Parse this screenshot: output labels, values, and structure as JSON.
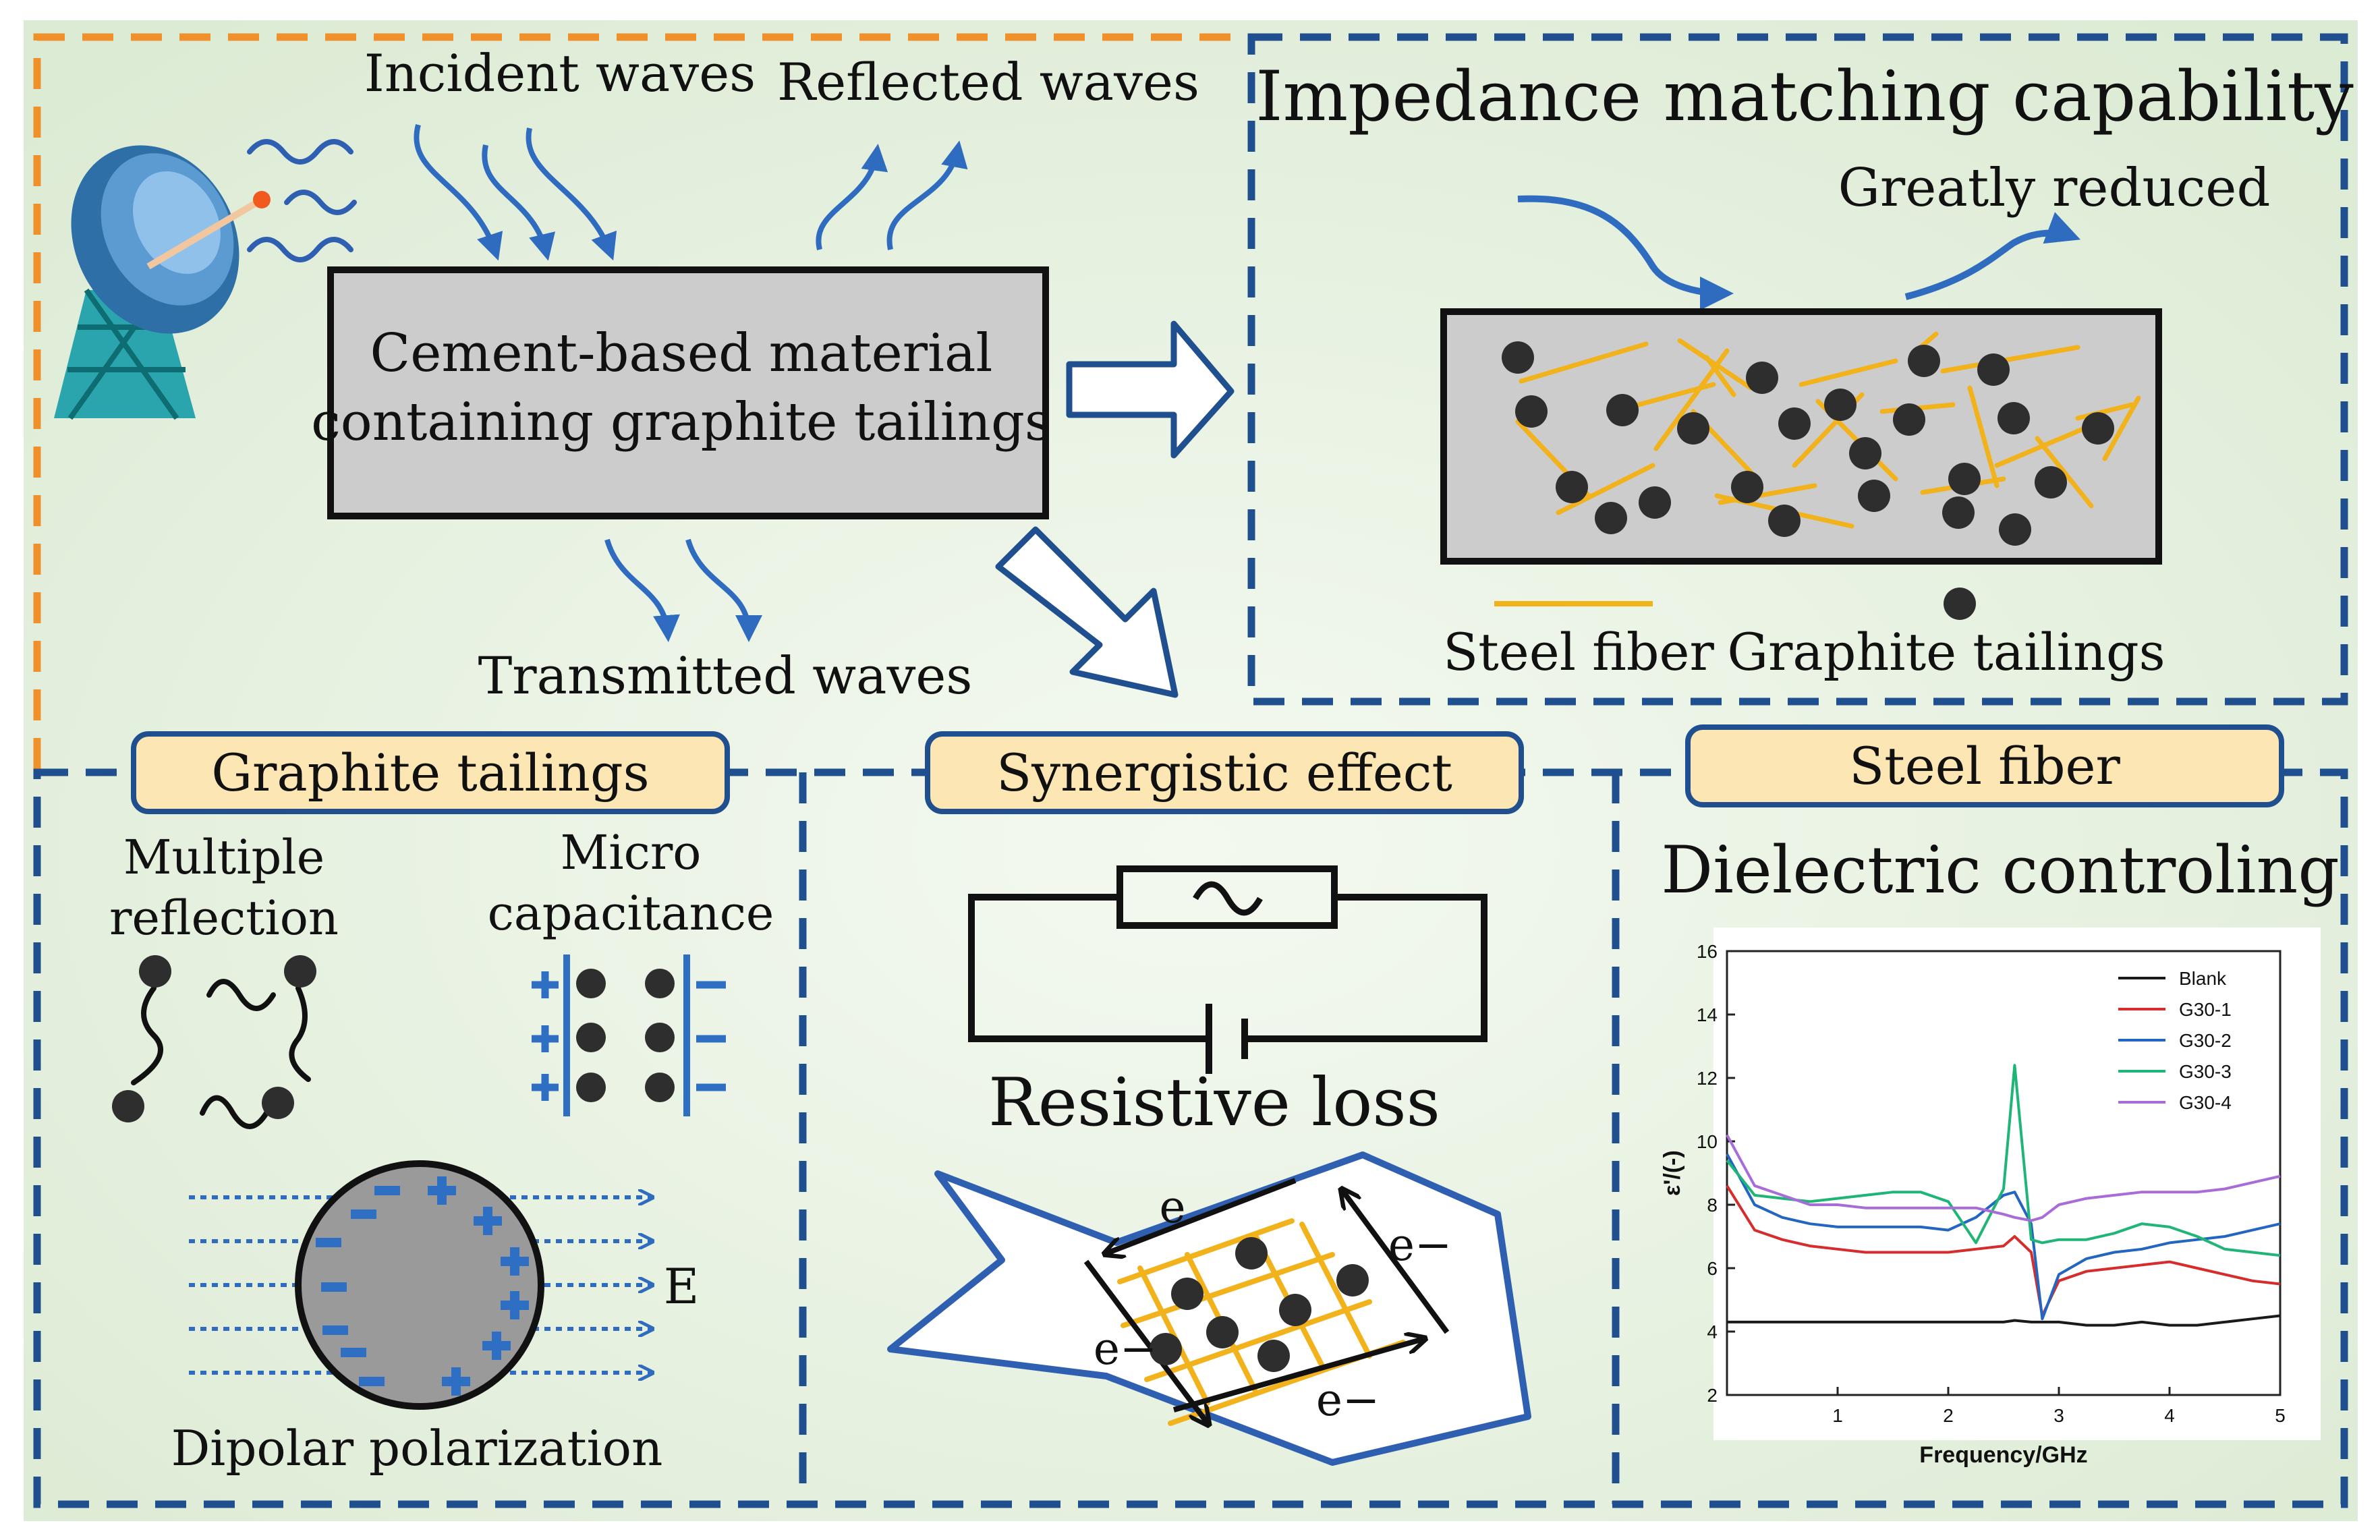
{
  "panels": {
    "top_left": {
      "incident_label": "Incident waves",
      "reflected_label": "Reflected waves",
      "transmitted_label": "Transmitted waves",
      "material_line1": "Cement-based material",
      "material_line2": "containing graphite tailings"
    },
    "top_right": {
      "title": "Impedance matching capability",
      "reduced_label": "Greatly reduced",
      "legend_steel": "Steel fiber",
      "legend_graphite": "Graphite tailings"
    },
    "bottom_left": {
      "header": "Graphite tailings",
      "multiple_line1": "Multiple",
      "multiple_line2": "reflection",
      "micro_line1": "Micro",
      "micro_line2": "capacitance",
      "field_label": "E",
      "dipolar_label": "Dipolar polarization"
    },
    "bottom_middle": {
      "header": "Synergistic effect",
      "resistive_label": "Resistive loss",
      "electron_labels": [
        "e",
        "e−",
        "e−",
        "e−"
      ]
    },
    "bottom_right": {
      "header": "Steel fiber",
      "title": "Dielectric controling"
    }
  },
  "colors": {
    "background": "#e6f1e0",
    "dash_blue": "#1f4f8e",
    "dash_orange": "#f0902a",
    "arrow_blue": "#2f6cc0",
    "steel_fiber": "#f2b21b",
    "graphite": "#2e2e2e",
    "header_fill": "#fbe6b4",
    "material_fill": "#cccccc",
    "charge_blue": "#2e6fc4"
  },
  "chart_data": {
    "type": "line",
    "xlabel": "Frequency/GHz",
    "ylabel": "ε'/(-)",
    "xlim": [
      0,
      5
    ],
    "ylim": [
      2,
      16
    ],
    "xticks": [
      "1",
      "2",
      "3",
      "4",
      "5"
    ],
    "yticks": [
      "2",
      "4",
      "6",
      "8",
      "10",
      "12",
      "14",
      "16"
    ],
    "legend_position": "top-right",
    "x": [
      0.0,
      0.25,
      0.5,
      0.75,
      1.0,
      1.25,
      1.5,
      1.75,
      2.0,
      2.25,
      2.5,
      2.6,
      2.75,
      2.85,
      3.0,
      3.25,
      3.5,
      3.75,
      4.0,
      4.25,
      4.5,
      4.75,
      5.0
    ],
    "series": [
      {
        "name": "Blank",
        "color": "#1a1a1a",
        "values": [
          4.3,
          4.3,
          4.3,
          4.3,
          4.3,
          4.3,
          4.3,
          4.3,
          4.3,
          4.3,
          4.3,
          4.35,
          4.3,
          4.3,
          4.3,
          4.2,
          4.2,
          4.3,
          4.2,
          4.2,
          4.3,
          4.4,
          4.5
        ]
      },
      {
        "name": "G30-1",
        "color": "#d62c2c",
        "values": [
          8.6,
          7.2,
          6.9,
          6.7,
          6.6,
          6.5,
          6.5,
          6.5,
          6.5,
          6.6,
          6.7,
          7.0,
          6.5,
          4.5,
          5.6,
          5.9,
          6.0,
          6.1,
          6.2,
          6.0,
          5.8,
          5.6,
          5.5
        ]
      },
      {
        "name": "G30-2",
        "color": "#2266c2",
        "values": [
          9.6,
          8.0,
          7.6,
          7.4,
          7.3,
          7.3,
          7.3,
          7.3,
          7.2,
          7.6,
          8.3,
          8.4,
          7.4,
          4.4,
          5.8,
          6.3,
          6.5,
          6.6,
          6.8,
          6.9,
          7.0,
          7.2,
          7.4
        ]
      },
      {
        "name": "G30-3",
        "color": "#1fb577",
        "values": [
          9.4,
          8.3,
          8.2,
          8.1,
          8.2,
          8.3,
          8.4,
          8.4,
          8.1,
          6.8,
          8.5,
          12.4,
          6.9,
          6.8,
          6.9,
          6.9,
          7.1,
          7.4,
          7.3,
          7.0,
          6.6,
          6.5,
          6.4
        ]
      },
      {
        "name": "G30-4",
        "color": "#a86cd8",
        "values": [
          10.2,
          8.6,
          8.3,
          8.0,
          8.0,
          7.9,
          7.9,
          7.9,
          7.9,
          7.9,
          7.7,
          7.6,
          7.5,
          7.6,
          8.0,
          8.2,
          8.3,
          8.4,
          8.4,
          8.4,
          8.5,
          8.7,
          8.9
        ]
      }
    ]
  }
}
